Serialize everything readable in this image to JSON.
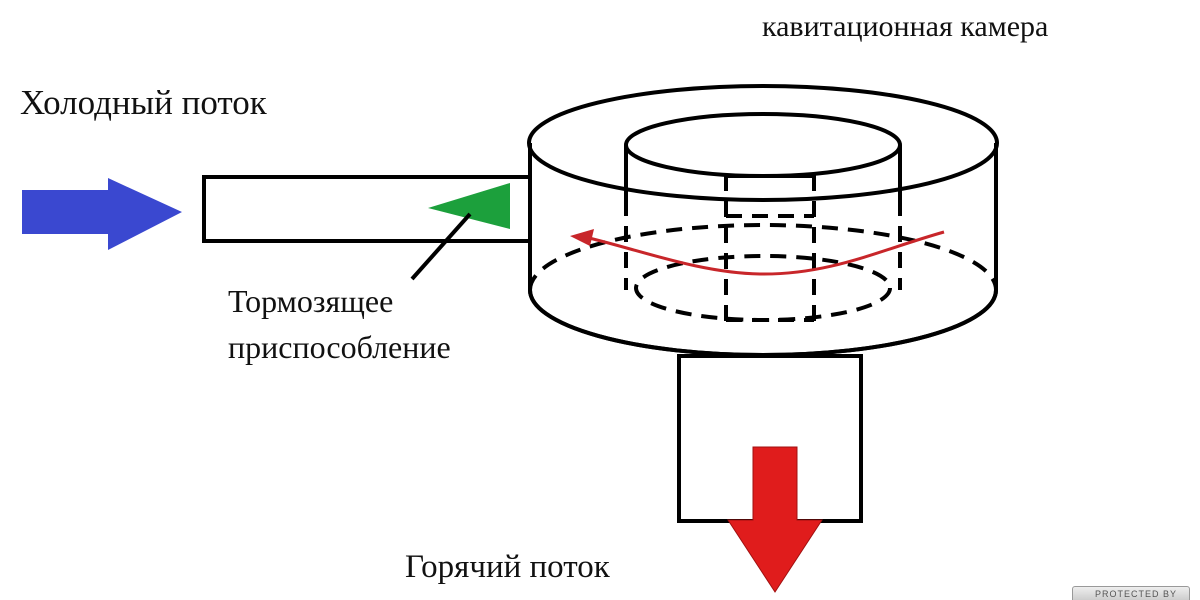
{
  "labels": {
    "chamber": "кавитационная камера",
    "cold_flow": "Холодный поток",
    "brake_line1": "Тормозящее",
    "brake_line2": "приспособление",
    "hot_flow": "Горячий поток"
  },
  "watermark": "PROTECTED BY",
  "colors": {
    "cold_arrow": "#3a48d0",
    "hot_arrow": "#e01c1c",
    "brake_device": "#1ca03c",
    "swirl_path": "#c8262a"
  }
}
